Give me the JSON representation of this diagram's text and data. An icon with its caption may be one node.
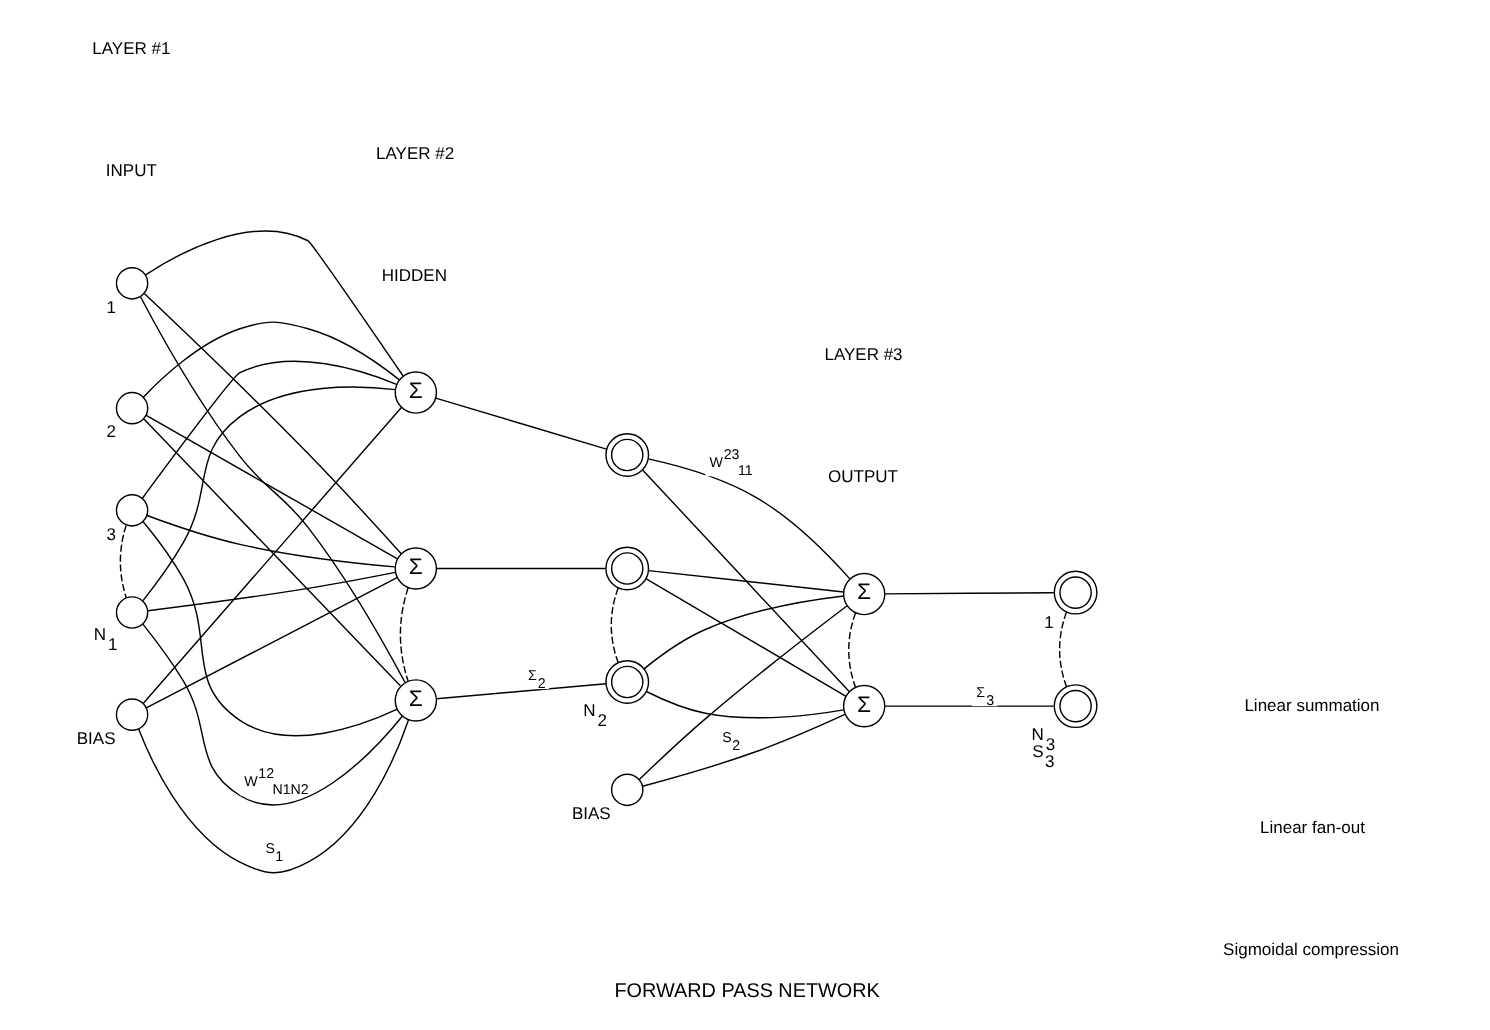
{
  "diagram": {
    "caption": "FORWARD PASS NETWORK",
    "nodes": [
      {
        "text": [],
        "shape": "circle",
        "beside": [
          "1"
        ]
      },
      {
        "text": [],
        "shape": "circle",
        "beside": [
          "2"
        ]
      },
      {
        "text": [],
        "shape": "circle",
        "beside": [
          "3"
        ]
      },
      {
        "text": [],
        "shape": "circle",
        "beside": [
          "N$_{1}$"
        ]
      },
      {
        "text": [],
        "shape": "circle",
        "beside": [
          "BIAS"
        ]
      },
      {
        "text": [
          "Σ"
        ]
      },
      {
        "text": [
          "Σ"
        ]
      },
      {
        "text": [
          "Σ"
        ]
      },
      {
        "text": [],
        "shape": "sigmoid"
      },
      {
        "text": [],
        "shape": "sigmoid"
      },
      {
        "text": [],
        "shape": "sigmoid",
        "beside": [
          "N$_{2}$"
        ]
      },
      {
        "text": [],
        "shape": "circle",
        "beside": [
          "BIAS"
        ]
      },
      {
        "text": [
          "Σ"
        ]
      },
      {
        "text": [
          "Σ"
        ]
      },
      {
        "text": [],
        "shape": "sigmoid",
        "beside": [
          "1"
        ]
      },
      {
        "text": [],
        "shape": "sigmoid",
        "beside": [
          "N$_{3}$",
          "S$_{3}$"
        ]
      }
    ],
    "edges": [
      {
        "from": 0,
        "to": 5,
        "arrow": "none"
      },
      {
        "from": 0,
        "to": 6,
        "arrow": "none"
      },
      {
        "from": 0,
        "to": 7,
        "arrow": "none"
      },
      {
        "from": 1,
        "to": 5,
        "arrow": "none"
      },
      {
        "from": 1,
        "to": 6,
        "arrow": "none"
      },
      {
        "from": 1,
        "to": 7,
        "arrow": "none"
      },
      {
        "from": 2,
        "to": 5,
        "arrow": "none"
      },
      {
        "from": 2,
        "to": 6,
        "arrow": "none"
      },
      {
        "from": 2,
        "to": 7,
        "arrow": "none"
      },
      {
        "from": 3,
        "to": 5,
        "arrow": "none"
      },
      {
        "from": 3,
        "to": 6,
        "arrow": "none"
      },
      {
        "from": 3,
        "to": 7,
        "arrow": "none",
        "label": "W$^{12}$$_{N1N2}$"
      },
      {
        "from": 4,
        "to": 5,
        "arrow": "none"
      },
      {
        "from": 4,
        "to": 6,
        "arrow": "none"
      },
      {
        "from": 4,
        "to": 7,
        "arrow": "none",
        "label": "S$_{1}$"
      },
      {
        "from": 5,
        "to": 8,
        "arrow": "none"
      },
      {
        "from": 6,
        "to": 9,
        "arrow": "none"
      },
      {
        "from": 7,
        "to": 10,
        "arrow": "none",
        "label": "Σ$_{2}$"
      },
      {
        "from": 8,
        "to": 12,
        "arrow": "none",
        "label": "W$^{23}$$_{11}$"
      },
      {
        "from": 8,
        "to": 13,
        "arrow": "none"
      },
      {
        "from": 9,
        "to": 12,
        "arrow": "none"
      },
      {
        "from": 9,
        "to": 13,
        "arrow": "none"
      },
      {
        "from": 10,
        "to": 12,
        "arrow": "none"
      },
      {
        "from": 10,
        "to": 13,
        "arrow": "none"
      },
      {
        "from": 11,
        "to": 12,
        "arrow": "none"
      },
      {
        "from": 11,
        "to": 13,
        "arrow": "none",
        "label": "S$_{2}$"
      },
      {
        "from": 12,
        "to": 14,
        "arrow": "none"
      },
      {
        "from": 13,
        "to": 15,
        "arrow": "none",
        "label": "Σ$_{3}$"
      },
      {
        "from": 2,
        "to": 3,
        "arrow": "none",
        "style": "dashed"
      },
      {
        "from": 6,
        "to": 7,
        "arrow": "none",
        "style": "dashed"
      },
      {
        "from": 9,
        "to": 10,
        "arrow": "none",
        "style": "dashed"
      },
      {
        "from": 12,
        "to": 13,
        "arrow": "none",
        "style": "dashed"
      },
      {
        "from": 14,
        "to": 15,
        "arrow": "none",
        "style": "dashed"
      }
    ],
    "labels": [
      "LAYER #1",
      "INPUT",
      "LAYER #2",
      "HIDDEN",
      "LAYER #3",
      "OUTPUT"
    ],
    "legend": [
      {
        "text": "Linear summation"
      },
      {
        "text": "Linear fan-out"
      },
      {
        "text": "Sigmoidal compression"
      }
    ]
  }
}
